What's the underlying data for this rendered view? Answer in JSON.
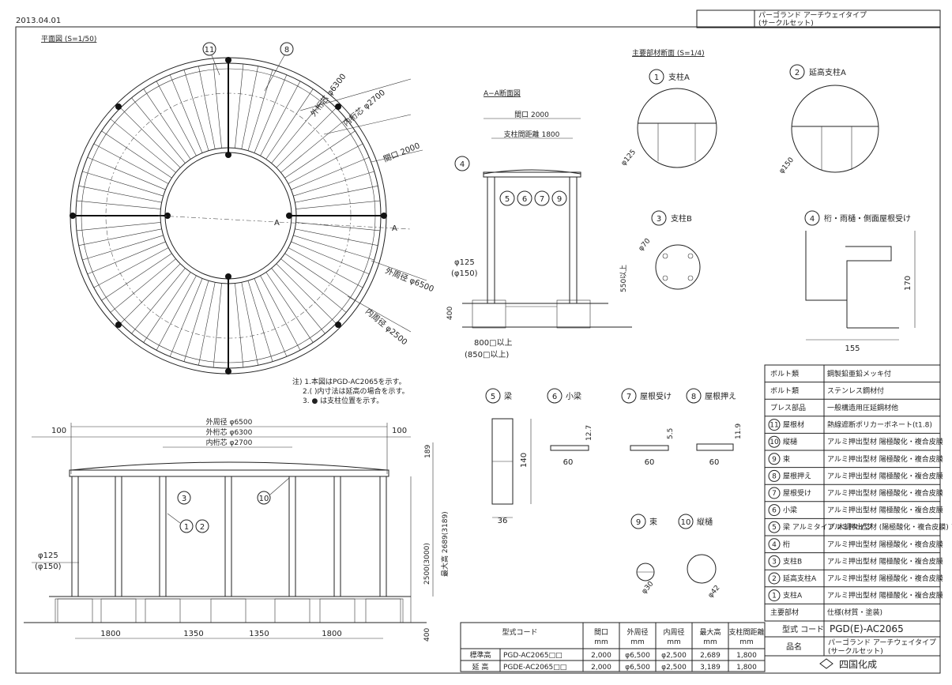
{
  "header": {
    "date": "2013.04.01",
    "title_line1": "パーゴランド アーチウェイタイプ",
    "title_line2": "(サークルセット)"
  },
  "plan": {
    "title": "平面図 (S=1/50)",
    "callout_11": "11",
    "callout_8": "8",
    "label_outer_beam": "外桁芯 φ6300",
    "label_inner_beam": "内桁芯 φ2700",
    "label_opening": "間口 2000",
    "label_outer_dia": "外周径 φ6500",
    "label_inner_dia": "内周径 φ2500",
    "section_mark": "A"
  },
  "notes": {
    "n1": "注) 1.本図はPGD-AC2065を示す。",
    "n2": "2.( )内寸法は延高の場合を示す。",
    "n3": "3. ● は支柱位置を示す。"
  },
  "elevation": {
    "outer_dia": "外周径 φ6500",
    "outer_beam": "外桁芯 φ6300",
    "inner_beam": "内桁芯 φ2700",
    "dim_100_left": "100",
    "dim_100_right": "100",
    "dim_189": "189",
    "dim_height": "2500(3000)",
    "dim_max": "最大高 2689(3189)",
    "dim_400": "400",
    "post_dia": "φ125",
    "post_dia_alt": "(φ150)",
    "callout_3": "3",
    "callout_10": "10",
    "callout_1": "1",
    "callout_2": "2",
    "spans": [
      "1800",
      "1350",
      "1350",
      "1800"
    ]
  },
  "section_aa": {
    "title": "A−A断面図",
    "opening": "間口 2000",
    "post_span": "支柱間距離 1800",
    "callout_4": "4",
    "callout_5": "5",
    "callout_6": "6",
    "callout_7": "7",
    "callout_9": "9",
    "post_dia": "φ125",
    "post_dia_alt": "(φ150)",
    "dim_400": "400",
    "dim_550": "550以上",
    "footing": "800□以上",
    "footing_alt": "(850□以上)"
  },
  "members": {
    "title": "主要部材断面 (S=1/4)",
    "m1_num": "1",
    "m1_name": "支柱A",
    "m1_dia": "φ125",
    "m2_num": "2",
    "m2_name": "延高支柱A",
    "m2_dia": "φ150",
    "m3_num": "3",
    "m3_name": "支柱B",
    "m3_dia": "φ70",
    "m4_num": "4",
    "m4_name": "桁・雨樋・側面屋根受け",
    "m4_h": "170",
    "m4_w": "155",
    "m5_num": "5",
    "m5_name": "梁",
    "m5_h": "140",
    "m5_w": "36",
    "m6_num": "6",
    "m6_name": "小梁",
    "m6_h": "12.7",
    "m6_w": "60",
    "m7_num": "7",
    "m7_name": "屋根受け",
    "m7_h": "5.5",
    "m7_w": "60",
    "m8_num": "8",
    "m8_name": "屋根押え",
    "m8_h": "11.9",
    "m8_w": "60",
    "m9_num": "9",
    "m9_name": "束",
    "m9_dia": "φ30",
    "m10_num": "10",
    "m10_name": "縦樋",
    "m10_dia": "φ42"
  },
  "parts_table": {
    "rows": [
      {
        "num": "",
        "name": "ボルト類",
        "material": "鋼製鉛亜鉛メッキ付"
      },
      {
        "num": "",
        "name": "ボルト類",
        "material": "ステンレス鋼材付"
      },
      {
        "num": "",
        "name": "プレス部品",
        "material": "一般構造用圧延鋼材他"
      },
      {
        "num": "11",
        "name": "屋根材",
        "material": "熱線遮断ポリカーボネート(t1.8)"
      },
      {
        "num": "10",
        "name": "縦樋",
        "material": "アルミ押出型材 陽極酸化・複合皮膜"
      },
      {
        "num": "9",
        "name": "束",
        "material": "アルミ押出型材 陽極酸化・複合皮膜"
      },
      {
        "num": "8",
        "name": "屋根押え",
        "material": "アルミ押出型材 陽極酸化・複合皮膜"
      },
      {
        "num": "7",
        "name": "屋根受け",
        "material": "アルミ押出型材 陽極酸化・複合皮膜"
      },
      {
        "num": "6",
        "name": "小梁",
        "material": "アルミ押出型材 陽極酸化・複合皮膜"
      },
      {
        "num": "5",
        "name": "梁 アルミタイプ 木調タイプ",
        "material": "アルミ押出型材 (陽極酸化・複合皮膜) アルミ押出型材 (塩化ビニル被覆)"
      },
      {
        "num": "4",
        "name": "桁",
        "material": "アルミ押出型材 陽極酸化・複合皮膜"
      },
      {
        "num": "3",
        "name": "支柱B",
        "material": "アルミ押出型材 陽極酸化・複合皮膜"
      },
      {
        "num": "2",
        "name": "延高支柱A",
        "material": "アルミ押出型材 陽極酸化・複合皮膜"
      },
      {
        "num": "1",
        "name": "支柱A",
        "material": "アルミ押出型材 陽極酸化・複合皮膜"
      },
      {
        "num": "",
        "name": "主要部材",
        "material": "仕様(材質・塗装)"
      }
    ],
    "model_label": "型式 コード",
    "model_value": "PGD(E)-AC2065",
    "product_label": "品名",
    "product_value_1": "パーゴランド アーチウェイタイプ",
    "product_value_2": "(サークルセット)",
    "company": "四国化成"
  },
  "spec_table": {
    "headers": [
      "型式コード",
      "間口",
      "外周径",
      "内周径",
      "最大高",
      "支柱間距離"
    ],
    "units": [
      "",
      "mm",
      "mm",
      "mm",
      "mm",
      "mm"
    ],
    "rows": [
      {
        "type": "標準高",
        "code": "PGD-AC2065□□",
        "v": [
          "2,000",
          "φ6,500",
          "φ2,500",
          "2,689",
          "1,800"
        ]
      },
      {
        "type": "延 高",
        "code": "PGDE-AC2065□□",
        "v": [
          "2,000",
          "φ6,500",
          "φ2,500",
          "3,189",
          "1,800"
        ]
      }
    ]
  }
}
